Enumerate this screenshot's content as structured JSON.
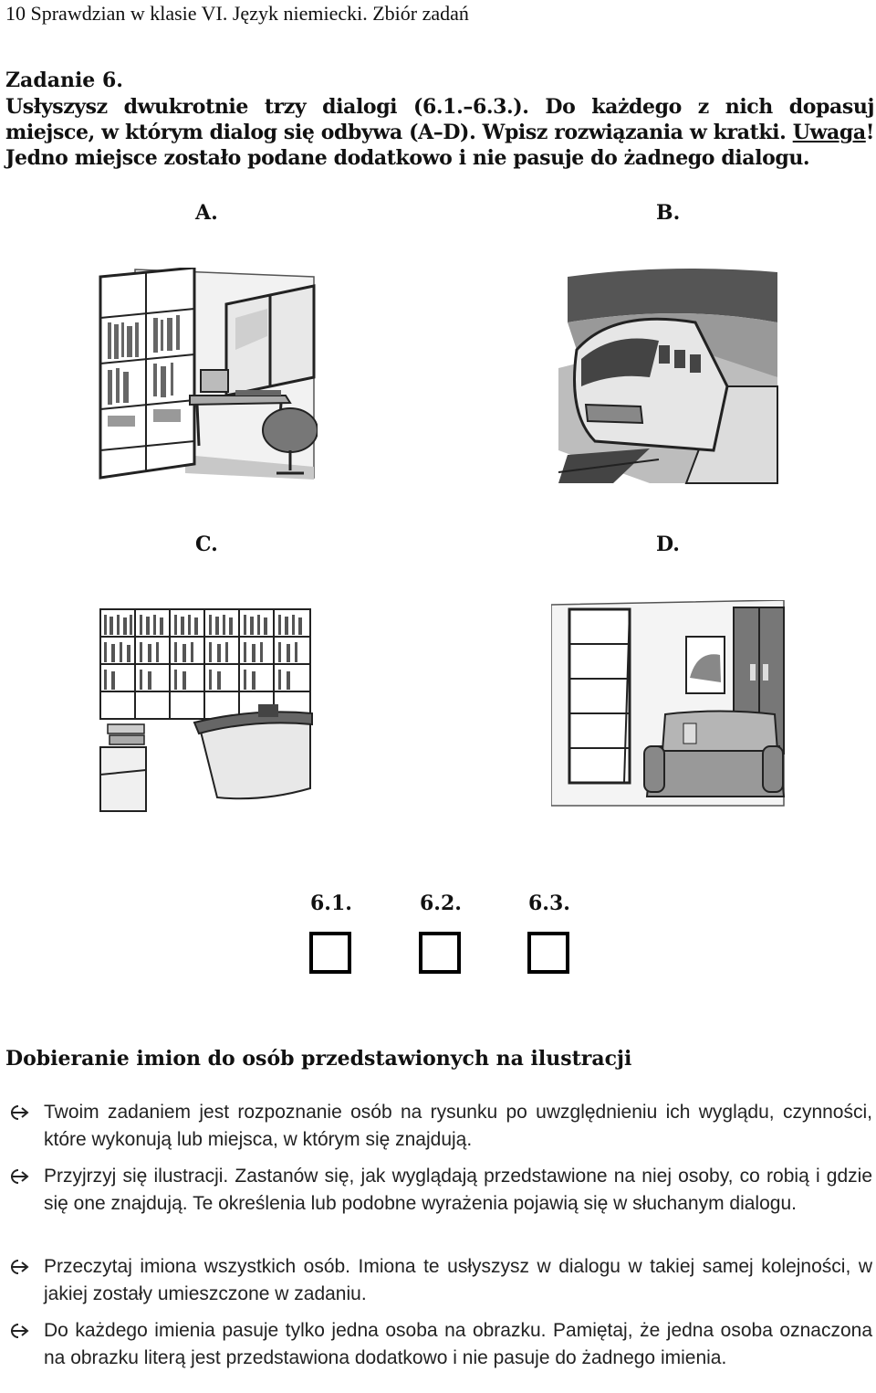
{
  "header": {
    "running_head": "10   Sprawdzian w klasie VI. Język niemiecki. Zbiór zadań"
  },
  "task": {
    "title": "Zadanie 6.",
    "instruction_part1": "Usłyszysz dwukrotnie trzy dialogi (6.1.–6.3.). Do każdego z nich dopasuj miejsce, w którym dialog się odbywa (A–D). Wpisz rozwiązania w kratki. ",
    "uwaga": "Uwaga",
    "instruction_part2": "! Jedno miejsce zostało podane dodatkowo i nie pasuje do żadnego dialogu."
  },
  "pictures": [
    {
      "letter": "A.",
      "icon": "study-room-icon"
    },
    {
      "letter": "B.",
      "icon": "train-station-icon"
    },
    {
      "letter": "C.",
      "icon": "library-icon"
    },
    {
      "letter": "D.",
      "icon": "living-room-icon"
    }
  ],
  "answers": [
    {
      "label": "6.1."
    },
    {
      "label": "6.2."
    },
    {
      "label": "6.3."
    }
  ],
  "section": {
    "title": "Dobieranie imion do osób przedstawionych na ilustracji",
    "tips": [
      "Twoim zadaniem jest rozpoznanie osób na rysunku po uwzględnieniu ich wyglądu, czynności, które wykonują lub miejsca, w którym się znajdują.",
      "Przyjrzyj się ilustracji. Zastanów się, jak wyglądają przedstawione na niej osoby, co robią i gdzie się one znajdują. Te określenia lub podobne wyrażenia pojawią się w słuchanym dialogu.",
      "Przeczytaj imiona wszystkich osób. Imiona te usłyszysz w dialogu w takiej samej kolejności, w jakiej zostały umieszczone w zadaniu.",
      "Do każdego imienia pasuje tylko jedna osoba na obrazku. Pamiętaj, że jedna osoba oznaczona na obrazku literą jest przedstawiona dodatkowo i nie pasuje do żadnego imienia."
    ]
  }
}
